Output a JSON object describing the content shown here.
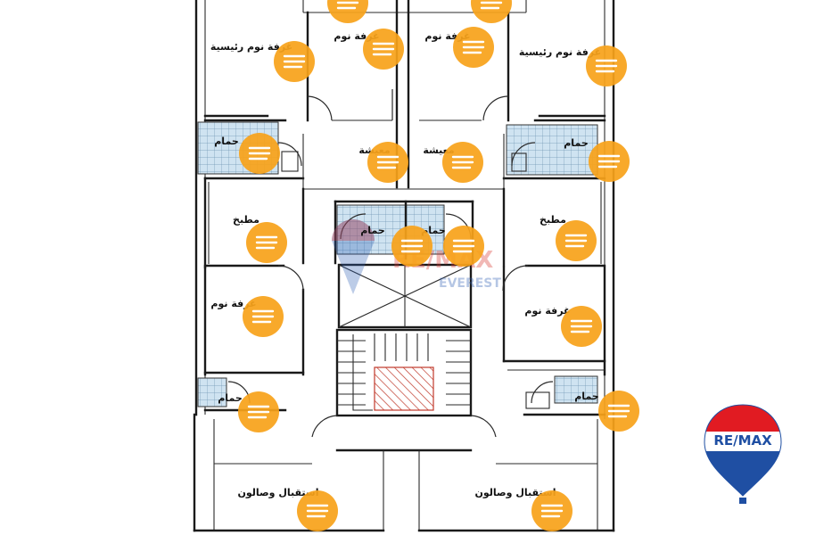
{
  "rooms": {
    "master_bed_left": "غرفة نوم رئيسية",
    "master_bed_right": "غرفة نوم رئيسية",
    "bed_top_left": "غرفة نوم",
    "bed_top_right": "غرفة نوم",
    "bath_upper_left": "حمام",
    "bath_upper_right": "حمام",
    "dining_left": "معيشة",
    "dining_right": "معيشة",
    "kitchen_left": "مطبخ",
    "kitchen_right": "مطبخ",
    "core_bath_left": "حمام",
    "core_bath_right": "حمام",
    "bed_mid_left": "غرفة نوم",
    "bed_mid_right": "غرفة نوم",
    "bath_lower_left": "حمام",
    "bath_lower_right": "حمام",
    "reception_left": "استقبال وصالون",
    "reception_right": "استقبال وصالون"
  },
  "watermark": {
    "brand": "RE/MAX",
    "office": "EVEREST"
  },
  "logo": {
    "text": "RE/MAX",
    "colors": {
      "red": "#e11b22",
      "blue": "#1f4fa3",
      "white": "#ffffff"
    }
  },
  "marker_color": "#f7a21b",
  "marker_icon": "text-lines-icon"
}
